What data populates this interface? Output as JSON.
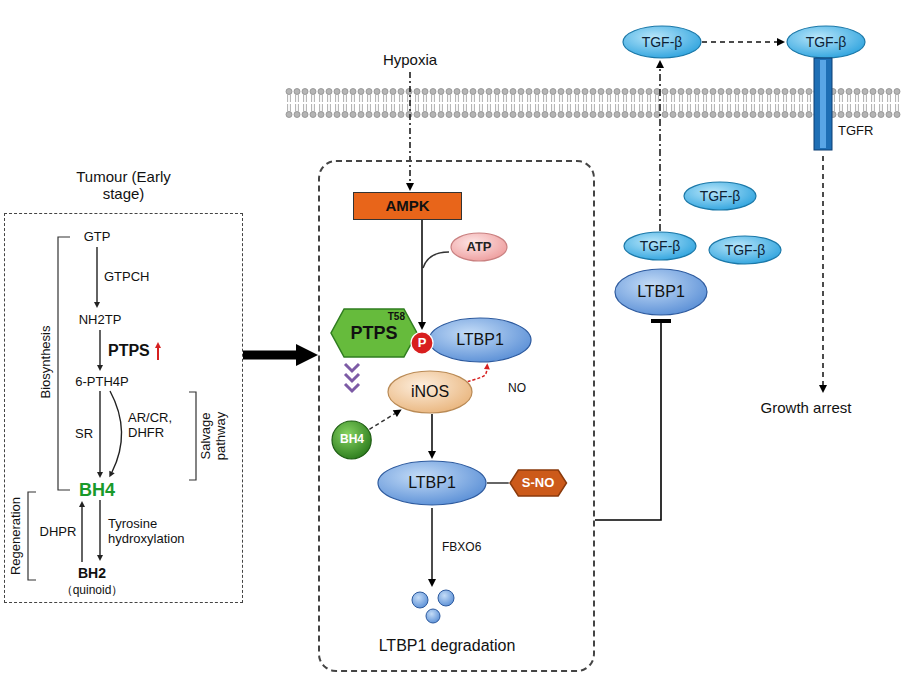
{
  "diagram": {
    "nodes": [
      {
        "text": [
          "Tumour (Early stage)"
        ]
      },
      {
        "text": []
      },
      {
        "text": [
          "AMPK"
        ],
        "in": 1
      },
      {
        "text": [
          "ATP"
        ],
        "in": 1
      },
      {
        "text": [
          "PTPS",
          "T58"
        ],
        "in": 1
      },
      {
        "text": [
          "P"
        ],
        "in": 1
      },
      {
        "text": [
          "LTBP1"
        ],
        "in": 1
      },
      {
        "text": [
          "iNOS"
        ],
        "in": 1
      },
      {
        "text": [
          "BH4"
        ],
        "in": 1
      },
      {
        "text": [
          "LTBP1"
        ],
        "in": 1
      },
      {
        "text": [
          "S-NO"
        ],
        "in": 1
      },
      {
        "text": [
          "TGF-β"
        ]
      },
      {
        "text": [
          "TGF-β"
        ]
      },
      {
        "text": [
          "TGFR"
        ]
      },
      {
        "text": [
          "TGF-β"
        ]
      },
      {
        "text": [
          "LTBP1"
        ]
      },
      {
        "text": [
          "TGF-β"
        ]
      },
      {
        "text": [
          "TGF-β"
        ]
      }
    ],
    "edges": [
      {
        "from": 0,
        "to": 1,
        "arrow": "to"
      },
      {
        "from": 2,
        "to": 5,
        "arrow": "to"
      },
      {
        "from": 8,
        "to": 7,
        "arrow": "to"
      },
      {
        "from": 7,
        "to": 6,
        "label": "NO",
        "arrow": "to"
      },
      {
        "from": 7,
        "to": 9,
        "arrow": "to"
      },
      {
        "from": 9,
        "to": 10,
        "arrow": "none"
      },
      {
        "from": 1,
        "to": 15,
        "arrow": "to"
      },
      {
        "from": 14,
        "to": 11,
        "arrow": "to"
      },
      {
        "from": 11,
        "to": 12,
        "arrow": "to"
      }
    ],
    "labels": [
      "Biosynthesis",
      "GTP",
      "GTPCH",
      "NH2TP",
      "PTPS",
      "6-PTH4P",
      "SR",
      "AR/CR, DHFR",
      "Salvage pathway",
      "BH4",
      "Regeneration",
      "DHPR",
      "Tyrosine hydroxylation",
      "BH2",
      "（quinoid）",
      "Hypoxia",
      "FBXO6",
      "LTBP1 degradation",
      "Growth arrest"
    ]
  }
}
